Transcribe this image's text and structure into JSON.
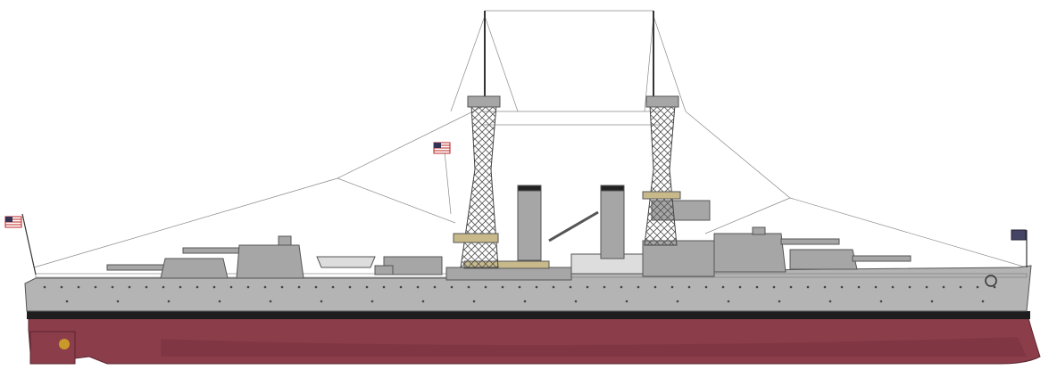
{
  "illustration": {
    "subject": "battleship-profile",
    "colors": {
      "hull_gray": "#b4b4b4",
      "superstructure_gray": "#a6a6a6",
      "dark_gray": "#7a7a7a",
      "boot_topping": "#1e1e1e",
      "hull_red": "#8b3d4a",
      "hull_red_shade": "#7a3340",
      "deck_tan": "#c8b98a",
      "rigging": "#8a8a8a",
      "background": "#ffffff"
    },
    "flags": [
      "us-flag-stern",
      "us-flag-mainmast",
      "jack-bow"
    ]
  }
}
